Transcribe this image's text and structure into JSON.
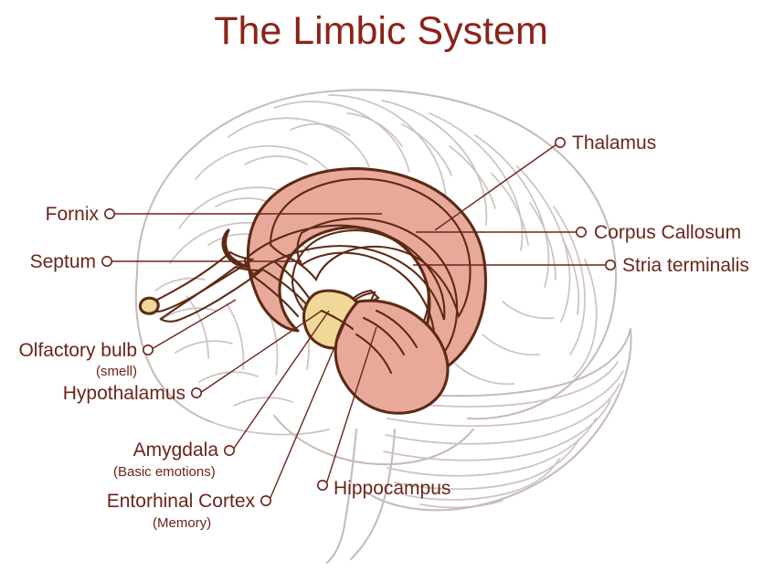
{
  "title": "The Limbic System",
  "colors": {
    "title": "#8c2318",
    "label": "#6b241c",
    "leader_line": "#6b241c",
    "brain_outline": "#c7bcba",
    "structure_outline": "#5c2a15",
    "cingulate_pink": "#e8a99a",
    "corpus_callosum_blue": "#b8cadd",
    "thalamus_green": "#c8e6c0",
    "hypothalamus_yellow": "#f0d898",
    "background": "#ffffff"
  },
  "labels": {
    "thalamus": "Thalamus",
    "corpus_callosum": "Corpus Callosum",
    "stria_terminalis": "Stria terminalis",
    "fornix": "Fornix",
    "septum": "Septum",
    "olfactory_bulb": "Olfactory bulb",
    "olfactory_bulb_sub": "(smell)",
    "hypothalamus": "Hypothalamus",
    "amygdala": "Amygdala",
    "amygdala_sub": "(Basic emotions)",
    "entorhinal_cortex": "Entorhinal Cortex",
    "entorhinal_cortex_sub": "(Memory)",
    "hippocampus": "Hippocampus"
  }
}
